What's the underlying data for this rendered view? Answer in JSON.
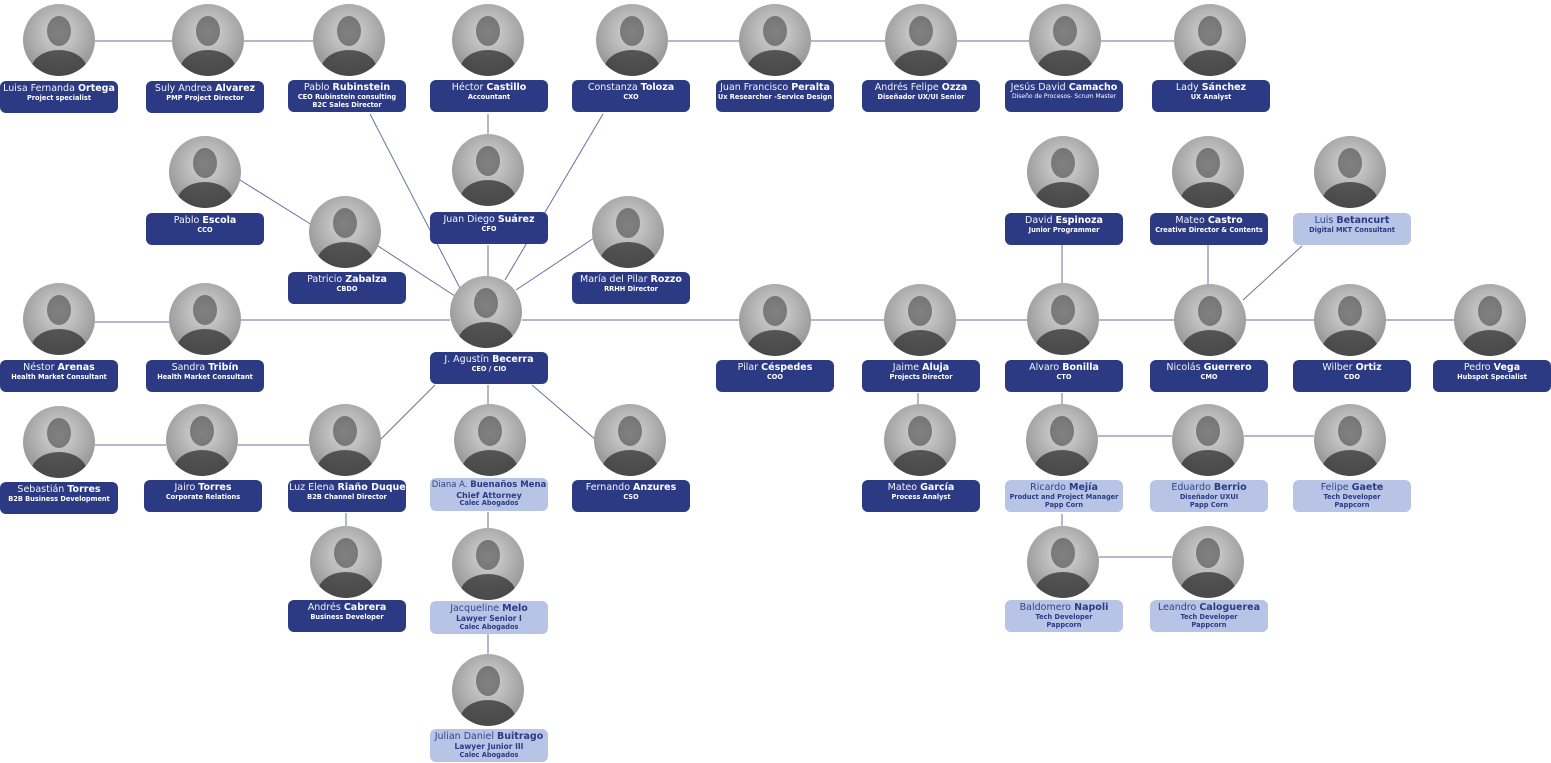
{
  "people": [
    {
      "first": "Luisa Fernanda",
      "last": "Ortega",
      "role1": "Project specialist"
    },
    {
      "first": "Suly Andrea",
      "last": "Alvarez",
      "role1": "PMP Project Director"
    },
    {
      "first": "Pablo",
      "last": "Rubinstein",
      "role1": "CEO Rubinstein consulting",
      "role2": "B2C Sales Director"
    },
    {
      "first": "Héctor",
      "last": "Castillo",
      "role1": "Accountant"
    },
    {
      "first": "Constanza",
      "last": "Toloza",
      "role1": "CXO"
    },
    {
      "first": "Juan Francisco",
      "last": "Peralta",
      "role1": "Ux Researcher -Service Design"
    },
    {
      "first": "Andrés Felipe",
      "last": "Ozza",
      "role1": "Diseñador UX/UI Senior"
    },
    {
      "first": "Jesús David",
      "last": "Camacho",
      "role1": "Diseño de Procesos- Scrum Master"
    },
    {
      "first": "Lady",
      "last": "Sánchez",
      "role1": "UX Analyst"
    },
    {
      "first": "Pablo",
      "last": "Escola",
      "role1": "CCO"
    },
    {
      "first": "Juan Diego",
      "last": "Suárez",
      "role1": "CFO"
    },
    {
      "first": "Patricio",
      "last": "Zabalza",
      "role1": "CBDO"
    },
    {
      "first": "María del Pilar",
      "last": "Rozzo",
      "role1": "RRHH Director"
    },
    {
      "first": "David",
      "last": "Espinoza",
      "role1": "Junior Programmer"
    },
    {
      "first": "Mateo",
      "last": "Castro",
      "role1": "Creative Director & Contents"
    },
    {
      "first": "Luis",
      "last": "Betancurt",
      "role1": "Digital MKT Consultant"
    },
    {
      "first": "Néstor",
      "last": "Arenas",
      "role1": "Health Market Consultant"
    },
    {
      "first": "Sandra",
      "last": "Tribín",
      "role1": "Health Market Consultant"
    },
    {
      "first": "J. Agustín",
      "last": "Becerra",
      "role1": "CEO / CIO"
    },
    {
      "first": "Pilar",
      "last": "Céspedes",
      "role1": "COO"
    },
    {
      "first": "Jaime",
      "last": "Aluja",
      "role1": "Projects Director"
    },
    {
      "first": "Alvaro",
      "last": "Bonilla",
      "role1": "CTO"
    },
    {
      "first": "Nicolás",
      "last": "Guerrero",
      "role1": "CMO"
    },
    {
      "first": "Wilber",
      "last": "Ortiz",
      "role1": "CDO"
    },
    {
      "first": "Pedro",
      "last": "Vega",
      "role1": "Hubspot Specialist"
    },
    {
      "first": "Sebastián",
      "last": "Torres",
      "role1": "B2B Business Development"
    },
    {
      "first": "Jairo",
      "last": "Torres",
      "role1": "Corporate Relations"
    },
    {
      "first": "Luz Elena",
      "last": "Riaño Duque",
      "role1": "B2B Channel Director"
    },
    {
      "first": "Diana A.",
      "last": "Buenaños Mena",
      "role1": "Chief Attorney",
      "role2": "Calec Abogados"
    },
    {
      "first": "Fernando",
      "last": "Anzures",
      "role1": "CSO"
    },
    {
      "first": "Mateo",
      "last": "García",
      "role1": "Process Analyst"
    },
    {
      "first": "Ricardo",
      "last": "Mejía",
      "role1": "Product and Project Manager",
      "role2": "Papp Corn"
    },
    {
      "first": "Eduardo",
      "last": "Berrio",
      "role1": "Diseñador UXUI",
      "role2": "Papp Corn"
    },
    {
      "first": "Felipe",
      "last": "Gaete",
      "role1": "Tech Developer",
      "role2": "Pappcorn"
    },
    {
      "first": "Andrés",
      "last": "Cabrera",
      "role1": "Business Developer"
    },
    {
      "first": "Jacqueline",
      "last": "Melo",
      "role1": "Lawyer Senior I",
      "role2": "Calec Abogados"
    },
    {
      "first": "Baldomero",
      "last": "Napoli",
      "role1": "Tech Developer",
      "role2": "Pappcorn"
    },
    {
      "first": "Leandro",
      "last": "Caloguerea",
      "role1": "Tech Developer",
      "role2": "Pappcorn"
    },
    {
      "first": "Julian Daniel",
      "last": "Buitrago",
      "role1": "Lawyer Junior III",
      "role2": "Calec Abogados"
    }
  ],
  "colors": {
    "primary": "#2c3a84",
    "secondary": "#b7c4e6",
    "line": "#6a6fa3"
  }
}
